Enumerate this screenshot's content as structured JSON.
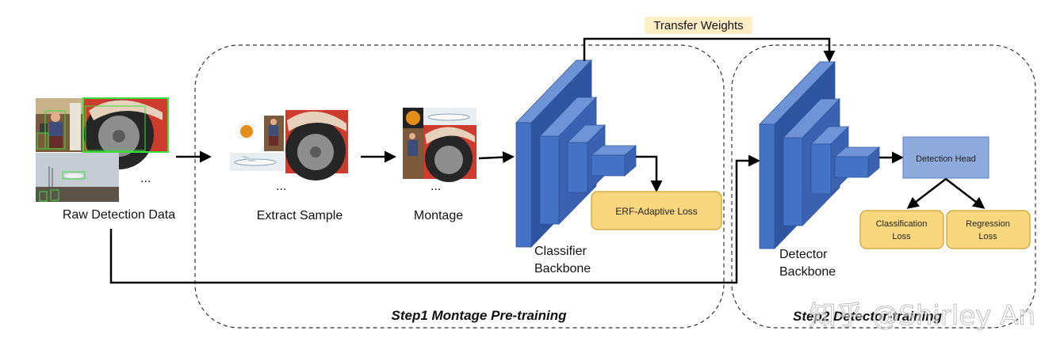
{
  "labels": {
    "raw_detection_data": "Raw Detection Data",
    "extract_sample": "Extract Sample",
    "montage": "Montage",
    "classifier_backbone_1": "Classifier",
    "classifier_backbone_2": "Backbone",
    "detector_backbone_1": "Detector",
    "detector_backbone_2": "Backbone",
    "transfer_weights": "Transfer Weights",
    "ellipsis": "..."
  },
  "boxes": {
    "erf_adaptive_loss": "ERF-Adaptive Loss",
    "detection_head": "Detection Head",
    "classification_loss_1": "Classification",
    "classification_loss_2": "Loss",
    "regression_loss_1": "Regression",
    "regression_loss_2": "Loss"
  },
  "steps": {
    "step1": "Step1 Montage Pre-training",
    "step2": "Step2 Detector-training"
  },
  "watermark": "知乎 @Shirley An",
  "colors": {
    "backbone_front": "#4472c4",
    "backbone_side": "#2f55a0",
    "backbone_top": "#6e93d6",
    "loss_box": "#f9d77e",
    "loss_border": "#c9a227",
    "head_box": "#8faadc",
    "highlight": "#fdeec5"
  }
}
